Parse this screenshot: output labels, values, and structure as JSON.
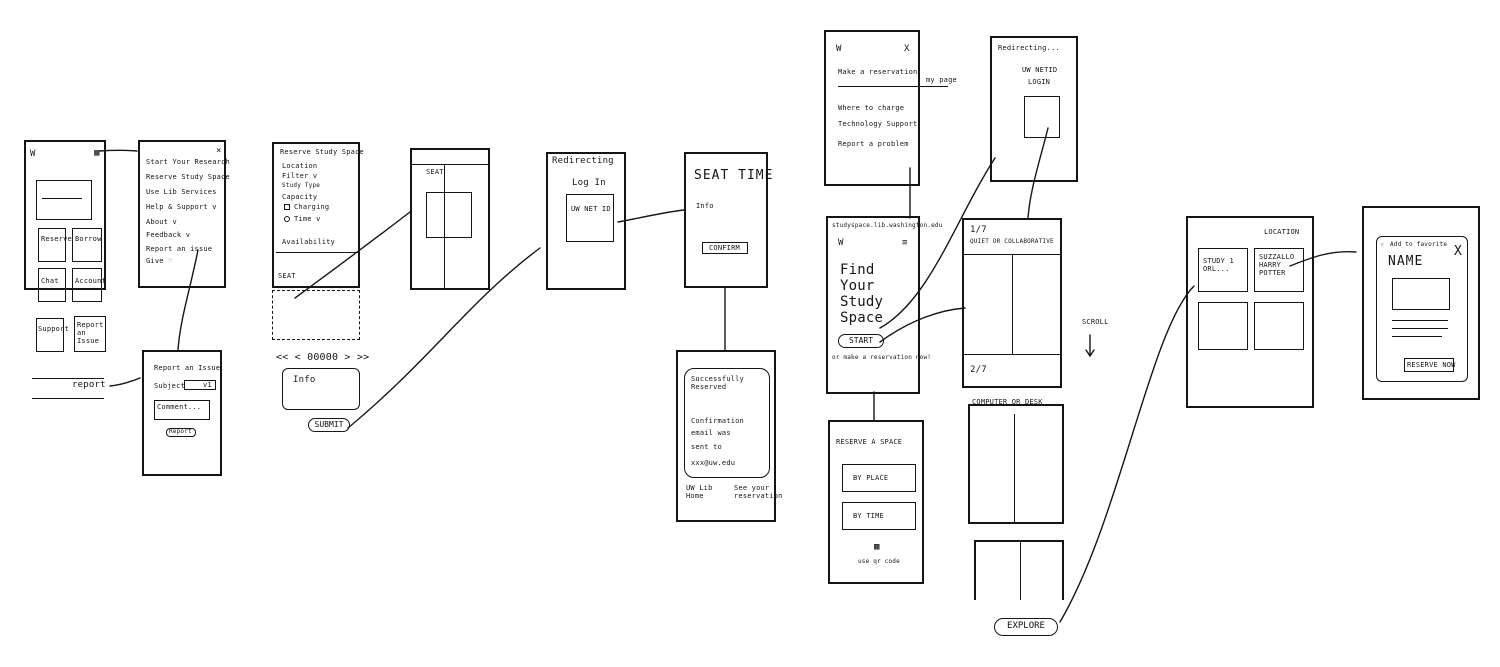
{
  "menu_screen": {
    "items": [
      "Start Your Research",
      "Reserve Study Space",
      "Use Lib Services",
      "Help & Support v",
      "About v",
      "Feedback v",
      "Report an issue",
      "Give ♡"
    ]
  },
  "home_screen": {
    "logo": "W",
    "tiles": [
      "Reserve",
      "Borrow",
      "Chat",
      "Account",
      "Support",
      "Report an Issue"
    ]
  },
  "report_screen": {
    "title": "Report an Issue",
    "subject_label": "Subject",
    "subject_value": "v1",
    "comment_placeholder": "Comment...",
    "submit_label": "Report",
    "caption": "report"
  },
  "reserve_screen": {
    "title": "Reserve Study Space",
    "filters": [
      "Location",
      "Filter v",
      "Study Type",
      "Capacity"
    ],
    "checkboxes": [
      "Charging",
      "Time v"
    ],
    "availability_label": "Availability",
    "seat_label": "SEAT",
    "pager": "<< < 00000 > >>",
    "info_label": "Info",
    "submit_label": "SUBMIT"
  },
  "seat_popup_screen": {
    "label": "SEAT"
  },
  "login_screen": {
    "title": "Redirecting",
    "login_label": "Log In",
    "netid_label": "UW NET ID"
  },
  "seat_time_screen": {
    "title": "SEAT TIME",
    "info_label": "Info",
    "confirm_label": "CONFIRM"
  },
  "success_screen": {
    "title": "Successfully Reserved",
    "message": [
      "Confirmation",
      "email was",
      "sent to",
      "xxx@uw.edu"
    ],
    "links": [
      "UW Lib Home",
      "See your reservation"
    ]
  },
  "side_menu_screen": {
    "logo": "W",
    "close": "X",
    "items": [
      "Make a reservation",
      "Where to charge",
      "Technology Support",
      "Report a problem"
    ],
    "annotation": "my page"
  },
  "redirect_login_screen": {
    "title": "Redirecting...",
    "netid_label": "UW NETID",
    "login_label": "LOGIN"
  },
  "find_screen": {
    "url": "studyspace.lib.washington.edu",
    "logo": "W",
    "headline": [
      "Find",
      "Your",
      "Study",
      "Space"
    ],
    "start_label": "START",
    "footer": "or make a reservation now!"
  },
  "carousel_screen": {
    "page_top": "1/7",
    "category": "QUIET OR COLLABORATIVE",
    "page_bottom": "2/7",
    "scroll_annotation": "SCROLL"
  },
  "carousel_screen_2": {
    "category": "COMPUTER OR DESK",
    "explore_label": "EXPLORE"
  },
  "reserve_space_screen": {
    "title": "RESERVE A SPACE",
    "options": [
      "BY PLACE",
      "BY TIME"
    ],
    "qr_label": "use qr code"
  },
  "location_screen": {
    "title": "LOCATION",
    "cards": [
      "STUDY 1 ORL...",
      "SUZZALLO HARRY POTTER"
    ]
  },
  "detail_screen": {
    "favorite_label": "Add to favorite",
    "title": "NAME",
    "close": "X",
    "reserve_label": "RESERVE NOW"
  }
}
